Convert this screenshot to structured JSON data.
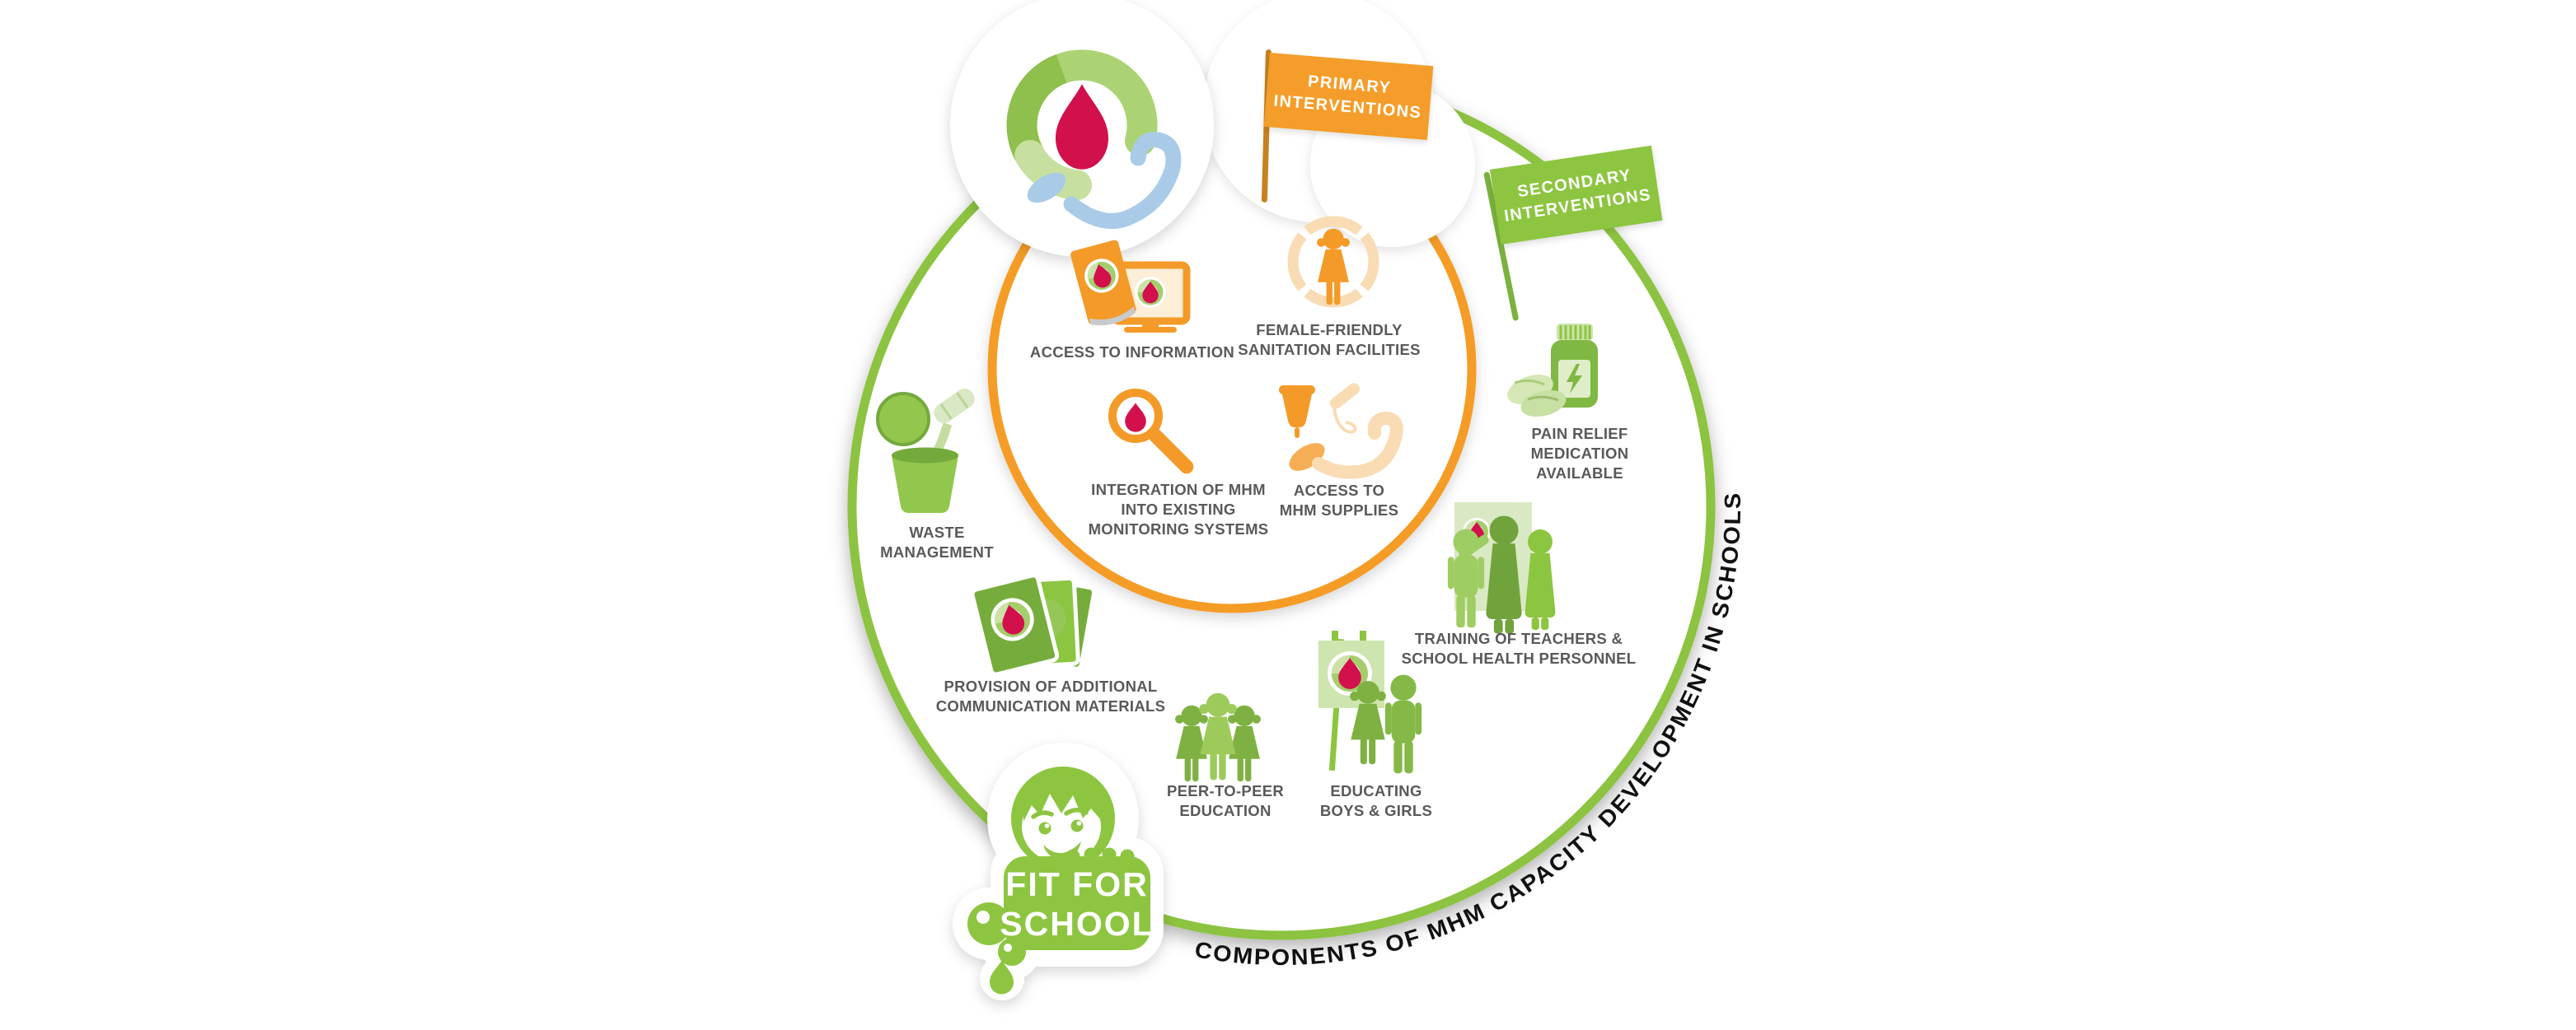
{
  "title_arc": "COMPONENTS OF MHM CAPACITY DEVELOPMENT IN SCHOOLS",
  "flags": {
    "primary": {
      "label": "PRIMARY\nINTERVENTIONS"
    },
    "secondary": {
      "label": "SECONDARY\nINTERVENTIONS"
    }
  },
  "primary_interventions": [
    {
      "id": "access-information",
      "label": "ACCESS TO INFORMATION"
    },
    {
      "id": "female-friendly",
      "label": "FEMALE-FRIENDLY\nSANITATION FACILITIES"
    },
    {
      "id": "integration-monitoring",
      "label": "INTEGRATION OF MHM\nINTO EXISTING\nMONITORING SYSTEMS"
    },
    {
      "id": "mhm-supplies",
      "label": "ACCESS TO\nMHM SUPPLIES"
    }
  ],
  "secondary_interventions": [
    {
      "id": "pain-relief",
      "label": "PAIN RELIEF\nMEDICATION\nAVAILABLE"
    },
    {
      "id": "training-teachers",
      "label": "TRAINING OF TEACHERS &\nSCHOOL HEALTH PERSONNEL"
    },
    {
      "id": "educating-boys-girls",
      "label": "EDUCATING\nBOYS & GIRLS"
    },
    {
      "id": "peer-education",
      "label": "PEER-TO-PEER\nEDUCATION"
    },
    {
      "id": "communication-materials",
      "label": "PROVISION OF ADDITIONAL\nCOMMUNICATION MATERIALS"
    },
    {
      "id": "waste-management",
      "label": "WASTE\nMANAGEMENT"
    }
  ],
  "badge": {
    "label": "FIT FOR\nSCHOOL"
  },
  "icons": [
    "mhm-pad-logo-icon",
    "book-monitor-icon",
    "female-figure-circle-icon",
    "magnifier-drop-icon",
    "menstrual-supplies-icon",
    "medicine-bottle-icon",
    "teachers-group-icon",
    "flipchart-children-icon",
    "girls-group-icon",
    "flashcards-icon",
    "waste-bin-icon",
    "fit-for-school-mascot-icon"
  ],
  "colors": {
    "primary_accent": "#F59D2A",
    "primary_pole": "#C8811F",
    "secondary_accent": "#8DC540",
    "secondary_pole": "#7AB23E",
    "drop_red": "#D2104C",
    "pad_blue": "#A9CBE8",
    "peach": "#F9DCB4",
    "label_gray": "#58595B",
    "title_black": "#111111"
  }
}
